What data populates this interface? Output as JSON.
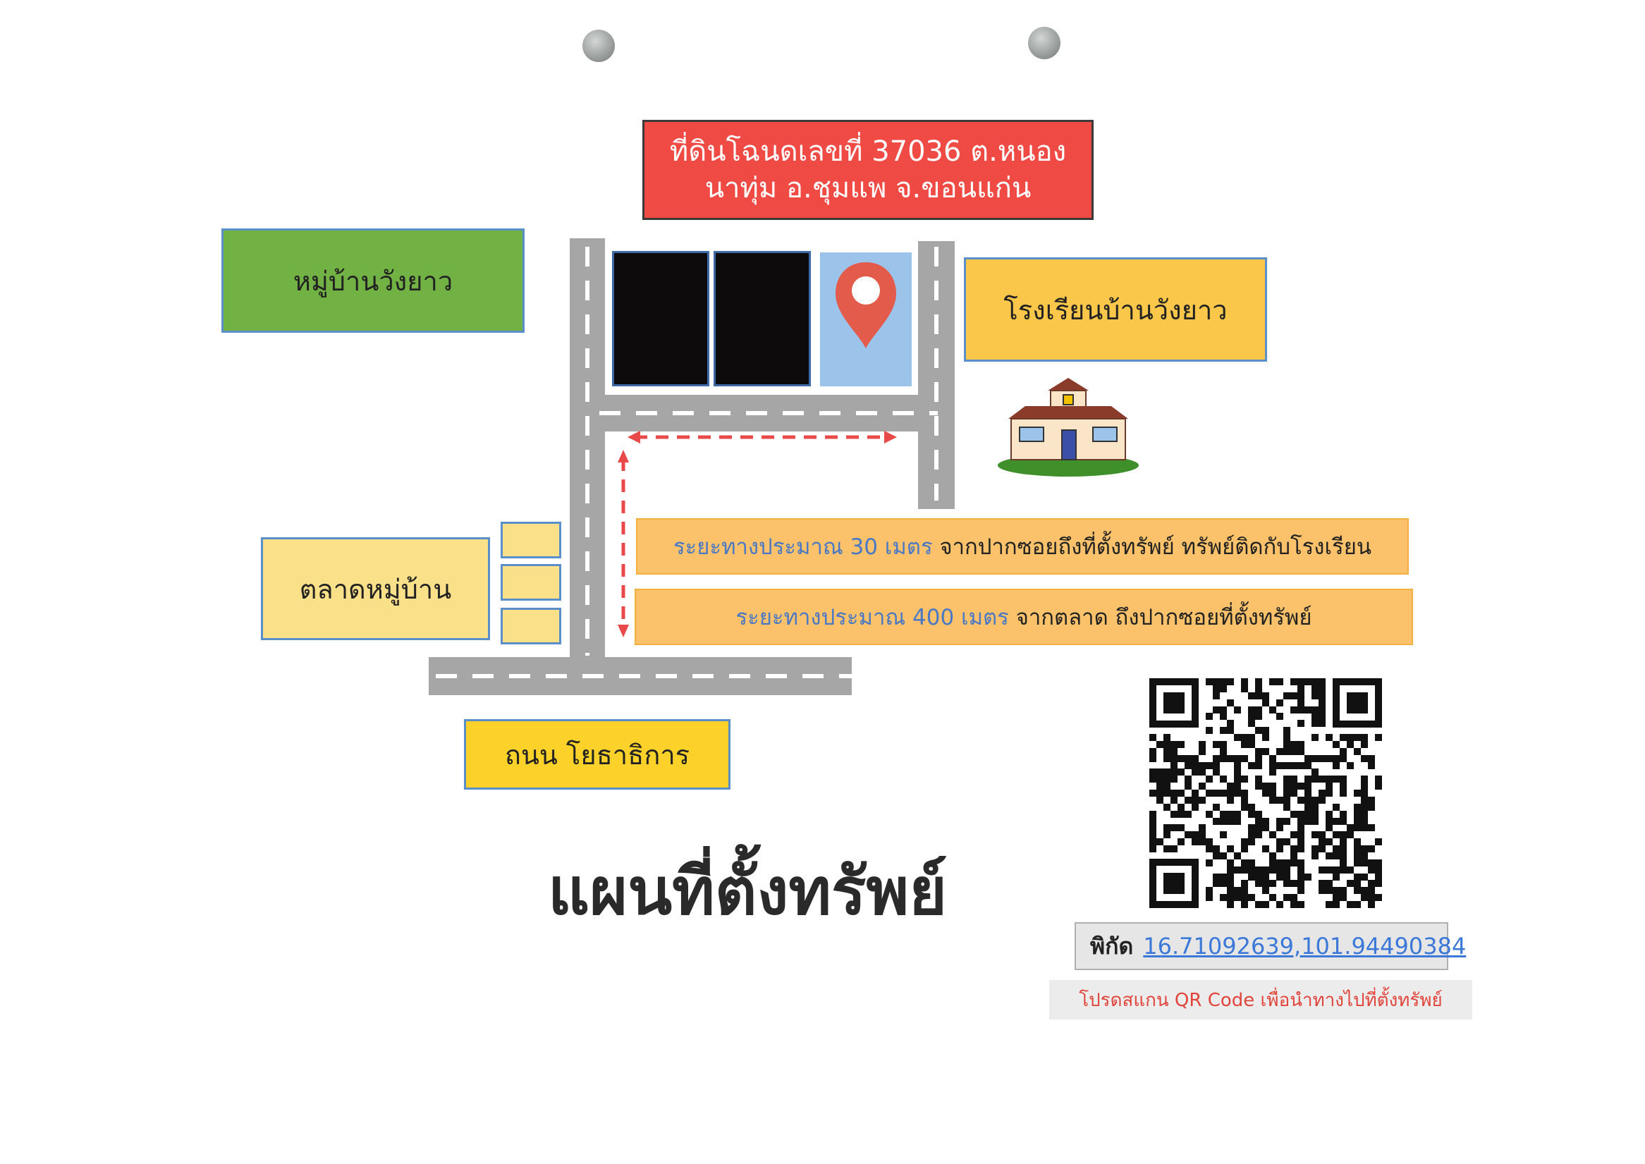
{
  "title_box": {
    "line1": "ที่ดินโฉนดเลขที่ 37036 ต.หนอง",
    "line2": "นาทุ่ม อ.ชุมแพ จ.ขอนแก่น"
  },
  "labels": {
    "village": "หมู่บ้านวังยาว",
    "school": "โรงเรียนบ้านวังยาว",
    "market": "ตลาดหมู่บ้าน",
    "road": "ถนน โยธาธิการ"
  },
  "distances": {
    "d1_highlight": "ระยะทางประมาณ 30 เมตร",
    "d1_rest": " จากปากซอยถึงที่ตั้งทรัพย์ ทรัพย์ติดกับโรงเรียน",
    "d2_highlight": "ระยะทางประมาณ 400 เมตร",
    "d2_rest": " จากตลาด ถึงปากซอยที่ตั้งทรัพย์"
  },
  "map_title": "แผนที่ตั้งทรัพย์",
  "coordinates": {
    "label": "พิกัด",
    "value": "16.71092639,101.94490384"
  },
  "qr_note": "โปรดสแกน QR Code เพื่อนำทางไปที่ตั้งทรัพย์",
  "colors": {
    "title_box": "#f04a45",
    "village_box": "#72b244",
    "school_box": "#fbc74a",
    "market_box": "#fbe08a",
    "road_box": "#fbd12a",
    "info_box": "#fbc26b",
    "pin": "#e25b4b",
    "arrow": "#e84a4a",
    "link": "#3b78d8"
  }
}
